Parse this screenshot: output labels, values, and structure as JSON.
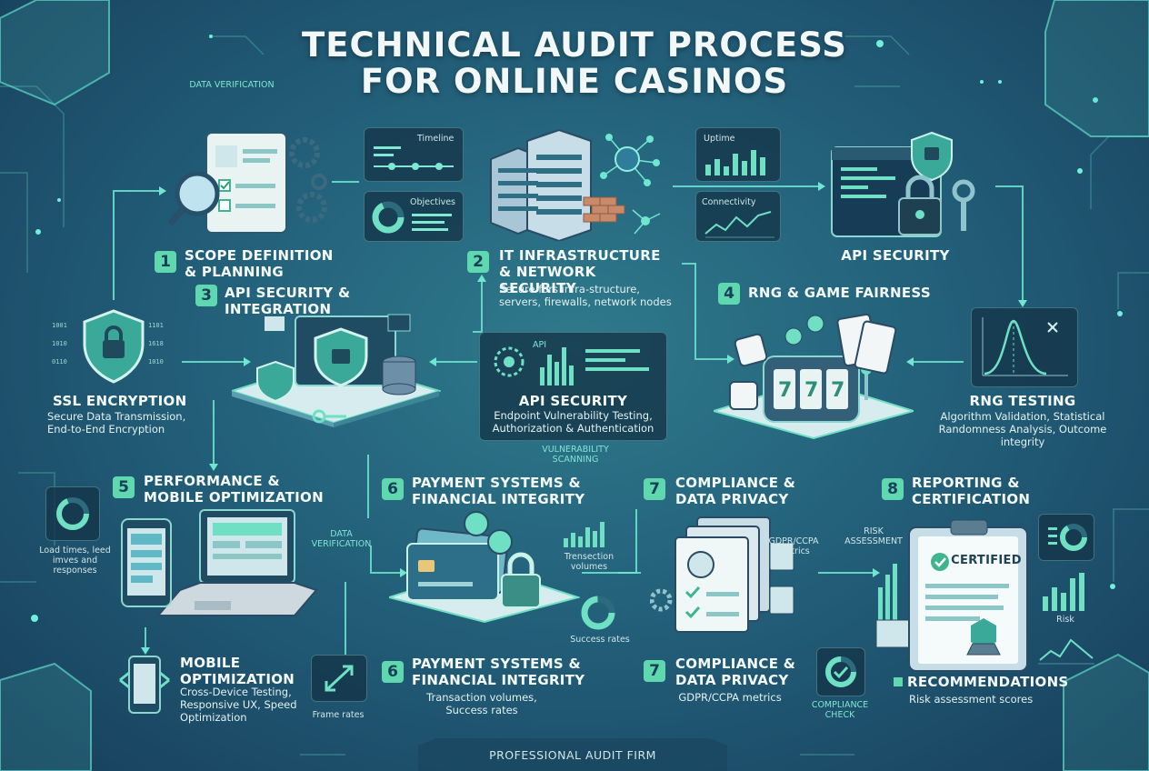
{
  "title": {
    "line1": "TECHNICAL AUDIT PROCESS",
    "line2": "FOR ONLINE CASINOS"
  },
  "corner_labels": {
    "data_verification_top": "DATA VERIFICATION",
    "data_verification_mid": "DATA VERIFICATION",
    "vulnerability_scanning": "VULNERABILITY SCANNING"
  },
  "widgets": {
    "timeline": "Timeline",
    "objectives": "Objectives",
    "uptime": "Uptime",
    "connectivity": "Connectivity",
    "api_chart": "API"
  },
  "steps": {
    "scope": {
      "number": "1",
      "title": "SCOPE DEFINITION & PLANNING"
    },
    "infra": {
      "number": "2",
      "title": "IT INFRASTRUCTURE & NETWORK SECURITY",
      "desc": "Secure fors infra-structure, servers,  firewalls, network nodes"
    },
    "api_int": {
      "number": "3",
      "title": "API SECURITY & INTEGRATION"
    },
    "rng": {
      "number": "4",
      "title": "RNG & GAME FAIRNESS"
    },
    "perf": {
      "number": "5",
      "title": "PERFORMANCE & MOBILE OPTIMIZATION"
    },
    "pay_top": {
      "number": "6",
      "title": "PAYMENT SYSTEMS & FINANCIAL INTEGRITY"
    },
    "comp_top": {
      "number": "7",
      "title": "COMPLIANCE & DATA PRIVACY"
    },
    "report": {
      "number": "8",
      "title": "REPORTING & CERTIFICATION"
    },
    "pay_bottom": {
      "number": "6",
      "title": "PAYMENT SYSTEMS & FINANCIAL INTEGRITY",
      "desc": "Transaction volumes, Success rates"
    },
    "comp_bottom": {
      "number": "7",
      "title": "COMPLIANCE & DATA PRIVACY",
      "desc": "GDPR/CCPA metrics"
    }
  },
  "api_security_top": {
    "title": "API SECURITY"
  },
  "ssl": {
    "title": "SSL ENCRYPTION",
    "desc": "Secure Data Transmission, End-to-End Encryption"
  },
  "api_security_mid": {
    "title": "API SECURITY",
    "desc": "Endpoint Vulnerability Testing, Authorization & Authentication"
  },
  "rng_testing": {
    "title": "RNG TESTING",
    "desc": "Algorithm Validation, Statistical Randomness Analysis, Outcome integrity"
  },
  "load_times": {
    "text": "Load times, leed imves and responses"
  },
  "mobile": {
    "title": "MOBILE OPTIMIZATION",
    "desc": "Cross-Device Testing, Responsive UX, Speed Optimization"
  },
  "frame_rates": {
    "text": "Frame rates"
  },
  "transaction_volumes": {
    "text": "Trensection volumes"
  },
  "success_rates": {
    "text": "Success rates"
  },
  "gdpr_metrics": {
    "text": "GDPR/CCPA metrics"
  },
  "compliance_check": {
    "text": "COMPLIANCE CHECK"
  },
  "risk_assessment": {
    "text": "RISK ASSESSMENT"
  },
  "certified": {
    "text": "CERTIFIED"
  },
  "risk": {
    "text": "Risk"
  },
  "recommendations": {
    "title": "RECOMMENDATIONS",
    "desc": "Risk assessment scores"
  },
  "footer": {
    "text": "PROFESSIONAL AUDIT FIRM"
  },
  "colors": {
    "accent": "#5fd8b0",
    "background": "#23607a",
    "panel": "#143448"
  }
}
